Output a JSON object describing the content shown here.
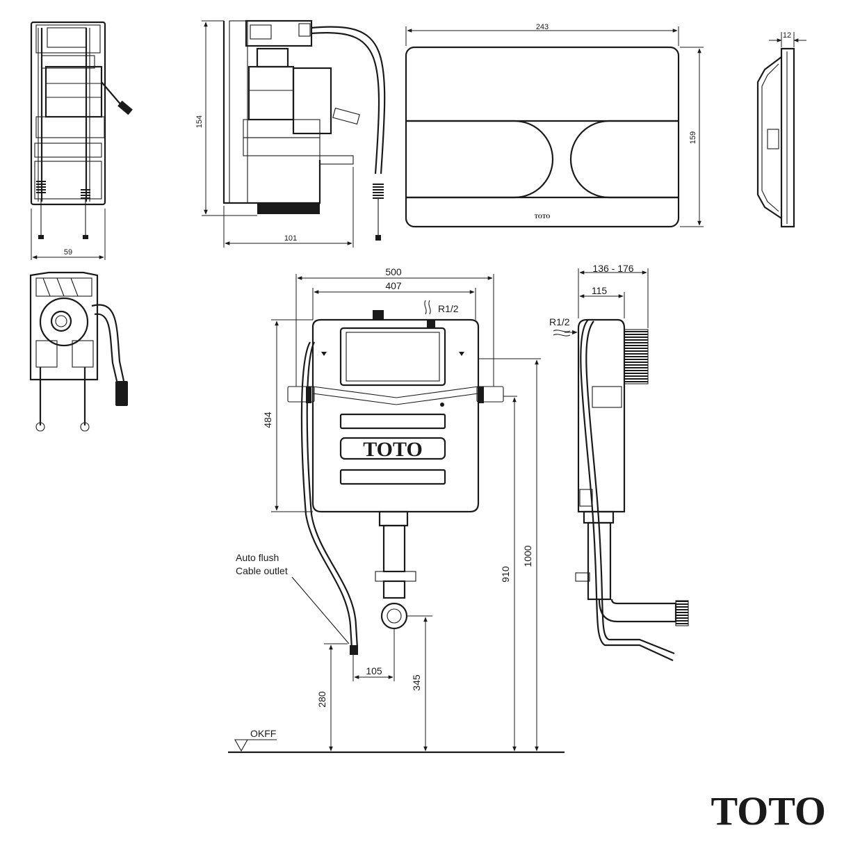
{
  "panel_front": {
    "width_dim": "59"
  },
  "panel_side": {
    "height_dim": "154",
    "depth_dim": "101"
  },
  "panel_plate": {
    "width_dim": "243",
    "height_dim": "159",
    "logo": "TOTO"
  },
  "panel_plate_side": {
    "thickness_dim": "12"
  },
  "main_front": {
    "width_outer": "500",
    "width_inner": "407",
    "water_inlet": "R1/2",
    "tank_height": "484",
    "height_910": "910",
    "height_1000": "1000",
    "offset_105": "105",
    "height_345": "345",
    "height_280": "280",
    "floor_label": "OKFF",
    "callout_line1": "Auto flush",
    "callout_line2": "Cable outlet",
    "tank_logo": "TOTO"
  },
  "main_side": {
    "depth_range": "136 - 176",
    "depth_115": "115",
    "water_inlet": "R1/2"
  },
  "footer": {
    "brand_logo": "TOTO"
  }
}
